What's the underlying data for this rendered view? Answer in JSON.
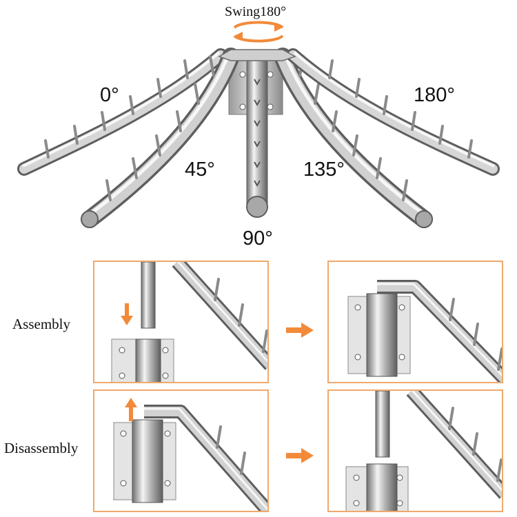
{
  "top": {
    "swing_label": "Swing180°",
    "angles": {
      "a0": "0°",
      "a45": "45°",
      "a90": "90°",
      "a135": "135°",
      "a180": "180°"
    }
  },
  "steps": {
    "assembly_label": "Assembly",
    "disassembly_label": "Disassembly"
  },
  "colors": {
    "panel_border": "#f0a86a",
    "arrow": "#f28a3a",
    "steel_light": "#f2f2f2",
    "steel_mid": "#b8b8b8",
    "steel_dark": "#6a6a6a"
  }
}
